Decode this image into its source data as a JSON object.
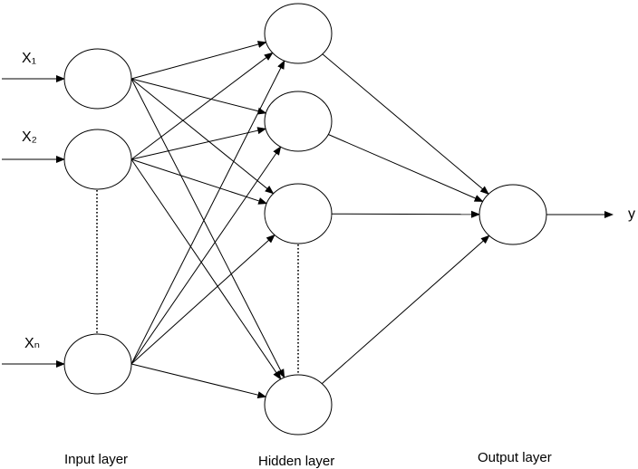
{
  "input_labels": {
    "x1": "X₁",
    "x2": "X₂",
    "xn": "Xₙ"
  },
  "output_label": "y",
  "captions": {
    "input": "Input layer",
    "hidden": "Hidden layer",
    "output": "Output layer"
  }
}
